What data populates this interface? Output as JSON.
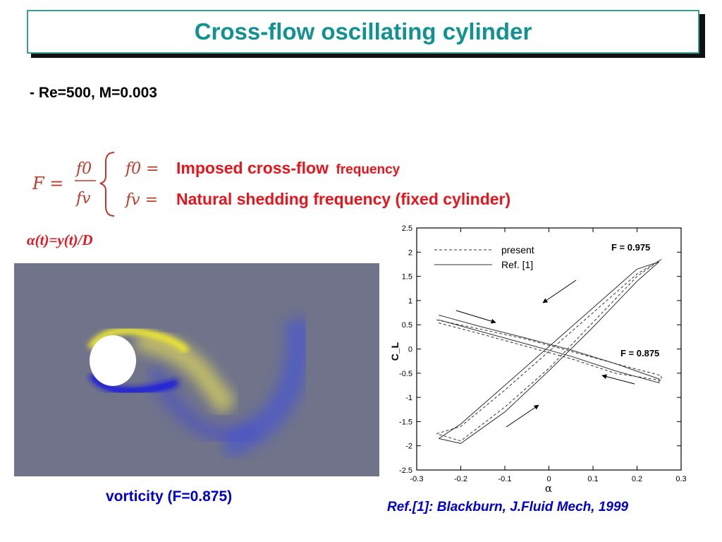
{
  "title": "Cross-flow oscillating cylinder",
  "params": "- Re=500, M=0.003",
  "equation": {
    "lhs": "F =",
    "numerator": "f0",
    "denominator": "fv",
    "items": [
      {
        "symbol": "f0 =",
        "text_main": "Imposed cross-flow",
        "text_small": "frequency"
      },
      {
        "symbol": "fv =",
        "text_main": "Natural shedding frequency (fixed cylinder)",
        "text_small": ""
      }
    ]
  },
  "alpha_definition": "α(t)=y(t)/D",
  "vorticity_caption": "vorticity (F=0.875)",
  "reference_caption": "Ref.[1]: Blackburn, J.Fluid Mech, 1999",
  "colors": {
    "title": "#119191",
    "red": "#e8141b",
    "blue": "#0000cc",
    "vort_bg": "#70738a"
  },
  "chart_data": {
    "type": "line",
    "xlabel": "α",
    "ylabel": "C_L",
    "xlim": [
      -0.3,
      0.3
    ],
    "ylim": [
      -2.5,
      2.5
    ],
    "xticks": [
      "-0.3",
      "-0.2",
      "-0.1",
      "0",
      "0.1",
      "0.2",
      "0.3"
    ],
    "yticks": [
      "2.5",
      "2",
      "1.5",
      "1",
      "0.5",
      "0",
      "-0.5",
      "-1",
      "-1.5",
      "-2",
      "-2.5"
    ],
    "legend": [
      {
        "label": "present",
        "style": "dashed"
      },
      {
        "label": "Ref. [1]",
        "style": "solid"
      }
    ],
    "annotations": [
      "F = 0.975",
      "F = 0.875"
    ],
    "series": [
      {
        "case": "F = 0.975",
        "style": "solid",
        "x": [
          -0.25,
          -0.2,
          -0.1,
          0,
          0.1,
          0.2,
          0.25,
          0.2,
          0.1,
          0,
          -0.1,
          -0.2,
          -0.25
        ],
        "y": [
          -1.85,
          -1.55,
          -0.75,
          0.05,
          0.85,
          1.65,
          1.8,
          1.4,
          0.45,
          -0.45,
          -1.3,
          -1.95,
          -1.85
        ]
      },
      {
        "case": "F = 0.975",
        "style": "dashed",
        "x": [
          -0.255,
          -0.2,
          -0.1,
          0,
          0.1,
          0.2,
          0.255,
          0.2,
          0.1,
          0,
          -0.1,
          -0.2,
          -0.255
        ],
        "y": [
          -1.75,
          -1.6,
          -0.85,
          -0.05,
          0.75,
          1.55,
          1.85,
          1.5,
          0.55,
          -0.4,
          -1.2,
          -1.9,
          -1.75
        ]
      },
      {
        "case": "F = 0.875",
        "style": "solid",
        "x": [
          -0.25,
          -0.15,
          -0.05,
          0.05,
          0.15,
          0.25,
          0.25,
          0.15,
          0.05,
          -0.05,
          -0.15,
          -0.25
        ],
        "y": [
          0.7,
          0.45,
          0.22,
          -0.02,
          -0.3,
          -0.62,
          -0.7,
          -0.45,
          -0.15,
          0.1,
          0.35,
          0.6
        ]
      },
      {
        "case": "F = 0.875",
        "style": "dashed",
        "x": [
          -0.255,
          -0.15,
          -0.05,
          0.05,
          0.15,
          0.255,
          0.255,
          0.15,
          0.05,
          -0.05,
          -0.15,
          -0.255
        ],
        "y": [
          0.6,
          0.4,
          0.2,
          -0.05,
          -0.3,
          -0.55,
          -0.65,
          -0.5,
          -0.2,
          0.05,
          0.3,
          0.55
        ]
      }
    ]
  }
}
